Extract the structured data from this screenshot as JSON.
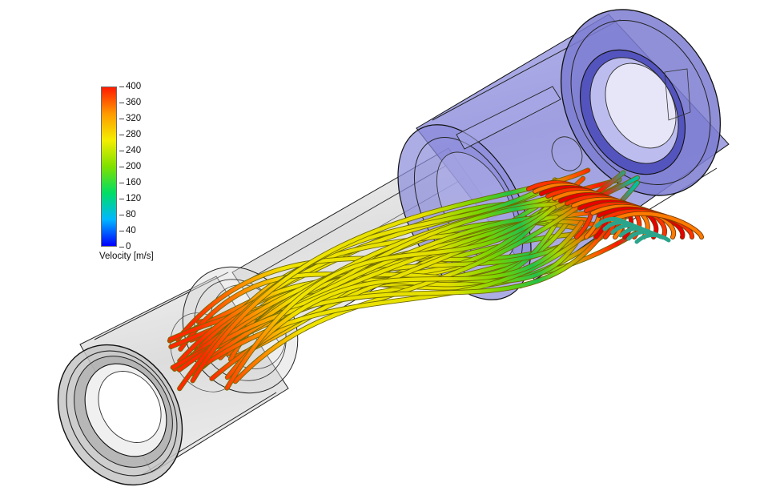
{
  "legend": {
    "title": "Velocity [m/s]",
    "min": 0,
    "max": 400,
    "ticks": [
      "400",
      "360",
      "320",
      "280",
      "240",
      "200",
      "160",
      "120",
      "80",
      "40",
      "0"
    ],
    "colors": [
      "#0000ff",
      "#00b7ff",
      "#00dd66",
      "#7fe000",
      "#f4ee00",
      "#ff9a00",
      "#ff1a00"
    ]
  },
  "scene": {
    "part_colors": {
      "gray_body": "#c9c9c9",
      "blue_body": "#8585d8"
    }
  }
}
